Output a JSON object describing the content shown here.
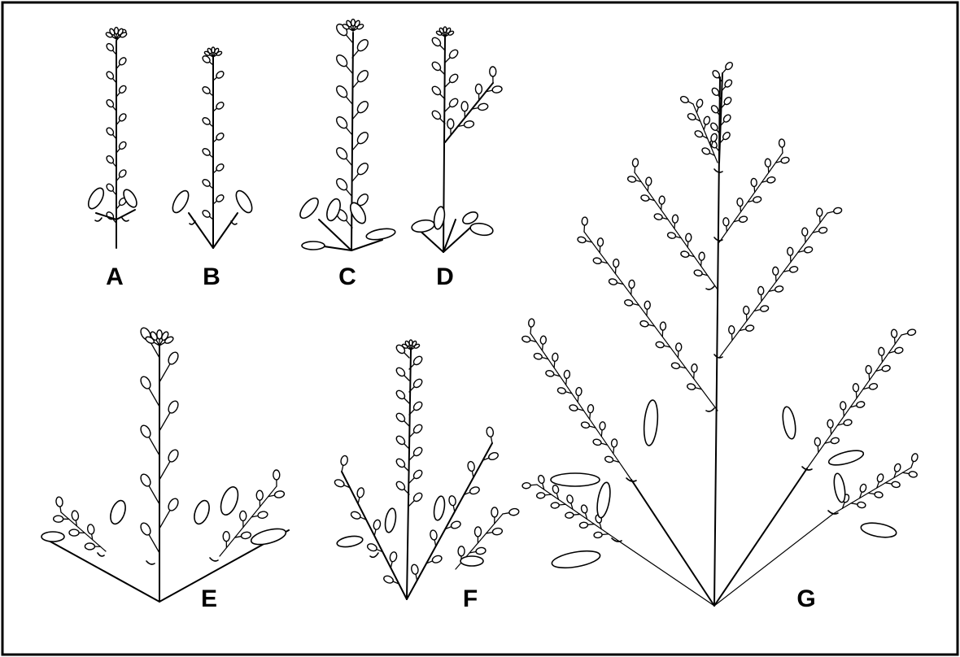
{
  "panels": [
    {
      "id": "A",
      "label": "A"
    },
    {
      "id": "B",
      "label": "B"
    },
    {
      "id": "C",
      "label": "C"
    },
    {
      "id": "D",
      "label": "D"
    },
    {
      "id": "E",
      "label": "E"
    },
    {
      "id": "F",
      "label": "F"
    },
    {
      "id": "G",
      "label": "G"
    }
  ]
}
